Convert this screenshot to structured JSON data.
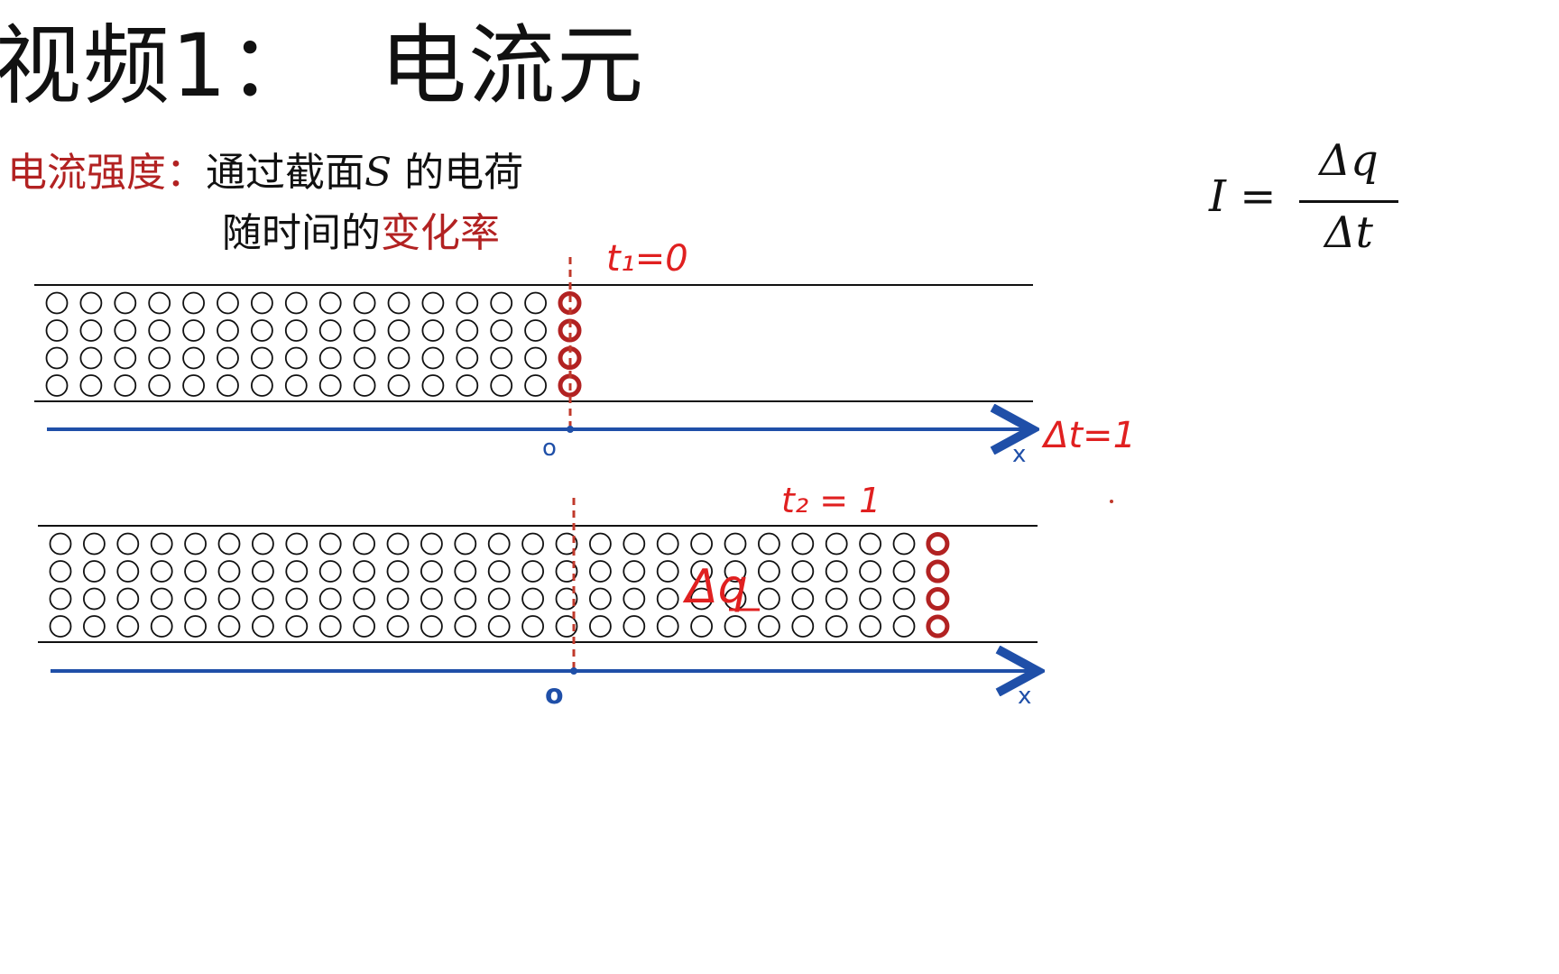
{
  "title": {
    "part1": "视频1：",
    "part2": "电流元"
  },
  "definition": {
    "term": "电流强度：",
    "line1_a": "通过截面",
    "line1_symbol": "S",
    "line1_b": " 的电荷",
    "line2_a": "随时间的",
    "line2_red": "变化率"
  },
  "formula": {
    "lhs": "I =",
    "numerator": "Δq",
    "denominator": "Δt"
  },
  "colors": {
    "red": "#b22222",
    "annot_red": "#e02020",
    "blue": "#1f4fa8",
    "black": "#111111"
  },
  "panel1": {
    "time_label": "t₁=0",
    "origin_label": "o",
    "axis_label": "x",
    "side_note": "Δt=1",
    "columns": 16,
    "rows": 4,
    "red_columns": [
      15
    ]
  },
  "panel2": {
    "time_label": "t₂ = 1",
    "origin_label": "o",
    "axis_label": "x",
    "charge_label": "Δq",
    "columns": 27,
    "rows": 4,
    "red_columns": [
      26
    ]
  }
}
